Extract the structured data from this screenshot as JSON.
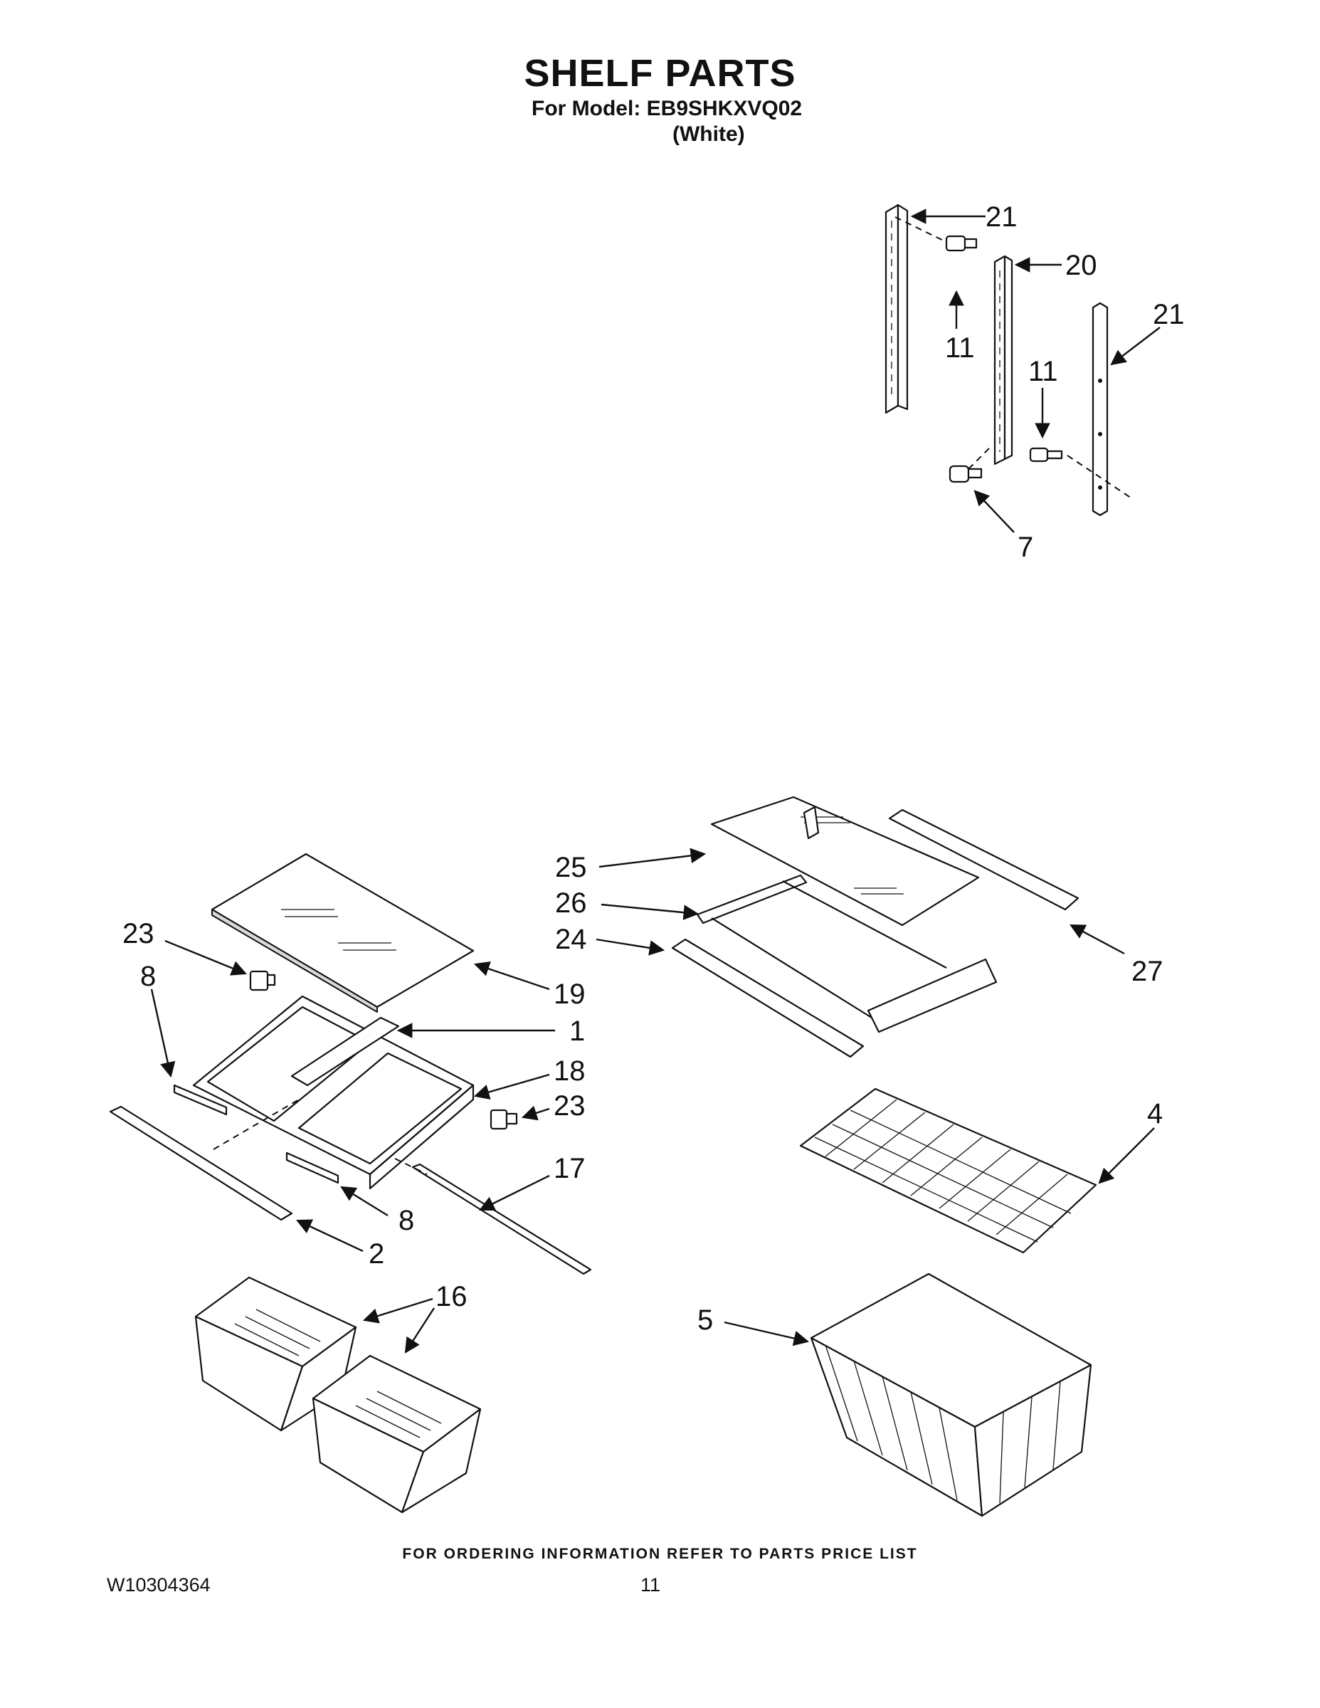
{
  "header": {
    "title": "SHELF PARTS",
    "model_line": "For Model: EB9SHKXVQ02",
    "color_line": "(White)"
  },
  "callouts": [
    "21",
    "20",
    "21",
    "11",
    "11",
    "7",
    "25",
    "26",
    "24",
    "27",
    "23",
    "8",
    "19",
    "1",
    "18",
    "23",
    "17",
    "8",
    "2",
    "16",
    "4",
    "5"
  ],
  "footer": {
    "ordering_note": "FOR ORDERING INFORMATION REFER TO PARTS PRICE LIST",
    "document_number": "W10304364",
    "page_number": "11"
  }
}
